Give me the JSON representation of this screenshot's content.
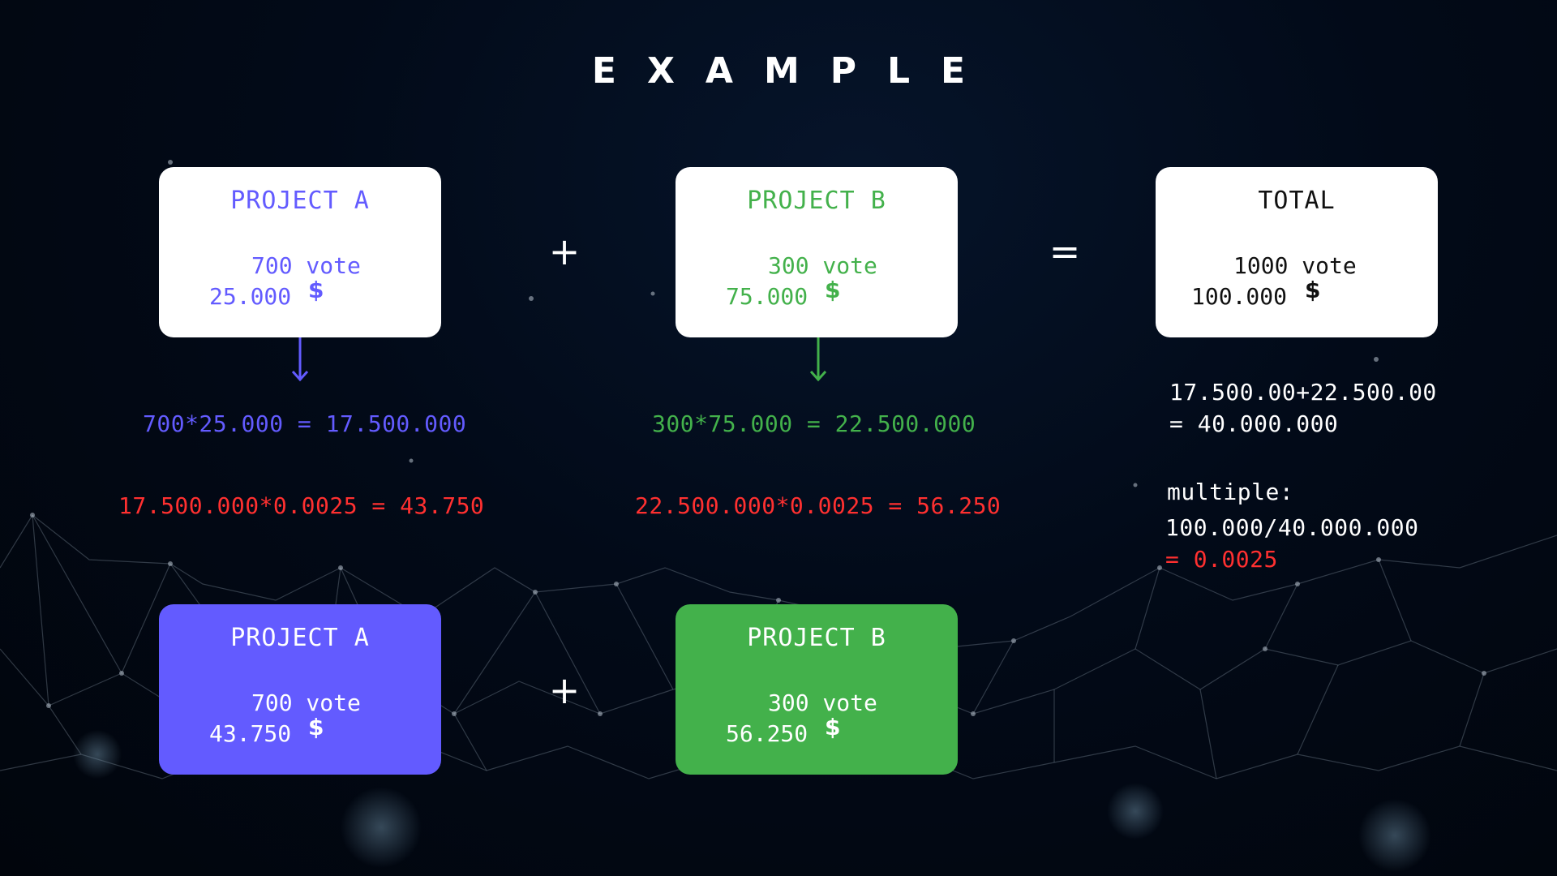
{
  "title": "EXAMPLE",
  "colors": {
    "project_a": "#635bff",
    "project_b": "#43b14b",
    "highlight": "#ff3030",
    "total": "#111111",
    "background": "#020a18"
  },
  "top_row": {
    "project_a": {
      "title": "PROJECT A",
      "votes": "700 vote",
      "amount": "25.000",
      "currency": "$"
    },
    "plus_operator": "+",
    "project_b": {
      "title": "PROJECT B",
      "votes": "300 vote",
      "amount": "75.000",
      "currency": "$"
    },
    "equals_operator": "=",
    "total": {
      "title": "TOTAL",
      "votes": "1000 vote",
      "amount": "100.000",
      "currency": "$"
    }
  },
  "calculations": {
    "project_a": {
      "product": "700*25.000 = 17.500.000",
      "payout": "17.500.000*0.0025 = 43.750"
    },
    "project_b": {
      "product": "300*75.000 = 22.500.000",
      "payout": "22.500.000*0.0025 = 56.250"
    },
    "total": {
      "sum_line1": "17.500.00+22.500.00",
      "sum_line2": "= 40.000.000",
      "multiple_label": "multiple:",
      "multiple_formula": "100.000/40.000.000",
      "multiple_result": "= 0.0025"
    }
  },
  "bottom_row": {
    "project_a": {
      "title": "PROJECT A",
      "votes": "700 vote",
      "amount": "43.750",
      "currency": "$"
    },
    "plus_operator": "+",
    "project_b": {
      "title": "PROJECT B",
      "votes": "300 vote",
      "amount": "56.250",
      "currency": "$"
    }
  }
}
